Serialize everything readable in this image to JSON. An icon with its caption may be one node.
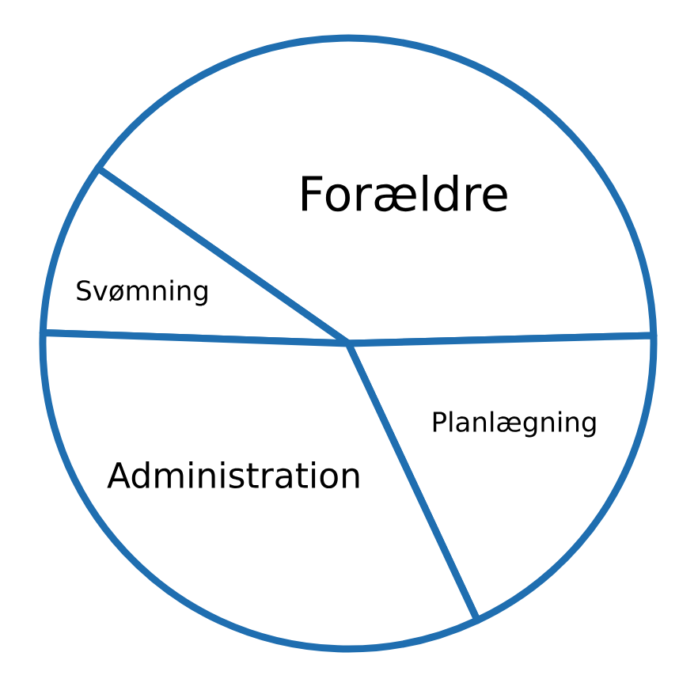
{
  "diagram": {
    "nodes": [
      {
        "text": [
          "Forældre"
        ]
      },
      {
        "text": [
          "Svømning"
        ]
      },
      {
        "text": [
          "Planlægning"
        ]
      },
      {
        "text": [
          "Administration"
        ]
      }
    ]
  }
}
